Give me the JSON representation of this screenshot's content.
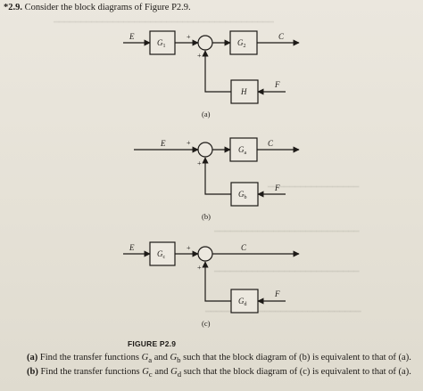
{
  "problem": {
    "number": "*2.9.",
    "statement": "Consider the block diagrams of Figure P2.9."
  },
  "diagram_a": {
    "input": "E",
    "output": "C",
    "disturbance": "F",
    "blocks": [
      "G",
      "G",
      "H"
    ],
    "block_subscripts": [
      "1",
      "2",
      ""
    ],
    "sum_signs": [
      "+",
      "+"
    ],
    "caption": "(a)"
  },
  "diagram_b": {
    "input": "E",
    "output": "C",
    "disturbance": "F",
    "blocks": [
      "G",
      "G"
    ],
    "block_subscripts": [
      "a",
      "b"
    ],
    "sum_signs": [
      "+",
      "+"
    ],
    "caption": "(b)"
  },
  "diagram_c": {
    "input": "E",
    "output": "C",
    "disturbance": "F",
    "blocks": [
      "G",
      "G"
    ],
    "block_subscripts": [
      "c",
      "d"
    ],
    "sum_signs": [
      "+",
      "+"
    ],
    "caption": "(c)"
  },
  "figure_label": "FIGURE P2.9",
  "questions": [
    {
      "tag": "(a)",
      "pre": "Find the transfer functions ",
      "v1": "G",
      "s1": "a",
      "mid": " and ",
      "v2": "G",
      "s2": "b",
      "post": " such that the block diagram of (b) is equivalent to that of (a)."
    },
    {
      "tag": "(b)",
      "pre": "Find the transfer functions ",
      "v1": "G",
      "s1": "c",
      "mid": " and ",
      "v2": "G",
      "s2": "d",
      "post": " such that the block diagram of (c) is equivalent to that of (a)."
    }
  ]
}
